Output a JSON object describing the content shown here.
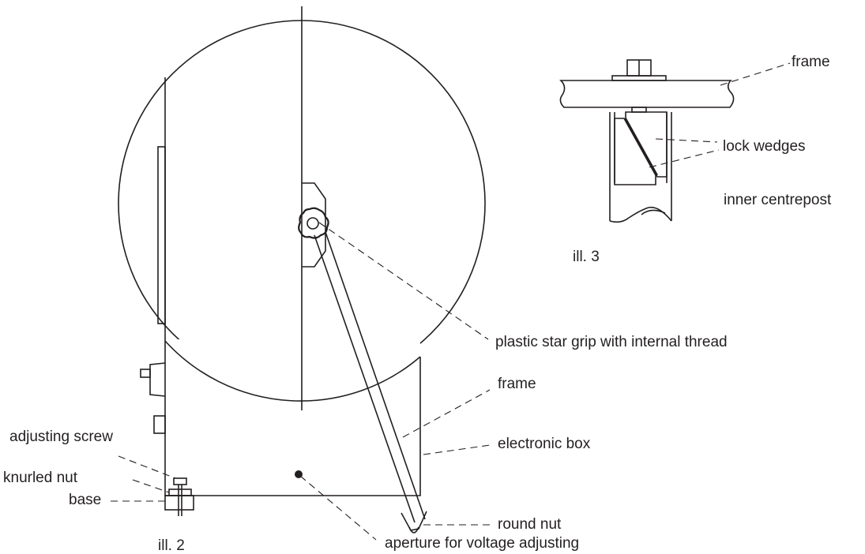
{
  "figures": {
    "ill2": "ill. 2",
    "ill3": "ill. 3"
  },
  "labels": {
    "frame_top": "frame",
    "lock_wedges": "lock wedges",
    "inner_centrepost": "inner centrepost",
    "star_grip": "plastic star grip with internal thread",
    "frame_mid": "frame",
    "adjusting_screw": "adjusting screw",
    "electronic_box": "electronic box",
    "knurled_nut": "knurled nut",
    "base": "base",
    "round_nut": "round nut",
    "aperture": "aperture for voltage adjusting"
  }
}
